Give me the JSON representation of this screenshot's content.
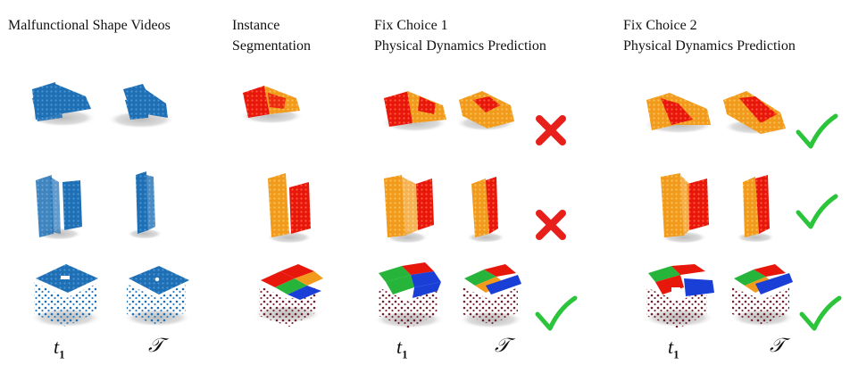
{
  "headers": {
    "col1": "Malfunctional Shape Videos",
    "col2_line1": "Instance",
    "col2_line2": "Segmentation",
    "col3_line1": "Fix Choice 1",
    "col3_line2": "Physical Dynamics Prediction",
    "col4_line1": "Fix Choice 2",
    "col4_line2": "Physical Dynamics Prediction"
  },
  "labels": {
    "t1_base": "t",
    "t1_sub": "1",
    "T": "𝒯"
  },
  "results": {
    "fix_choice_1": [
      "fail",
      "fail",
      "success"
    ],
    "fix_choice_2": [
      "success",
      "success",
      "success"
    ]
  },
  "colors": {
    "blue": "#1f6fb4",
    "red": "#e8170c",
    "orange": "#f29a1c",
    "green": "#26b43a",
    "maroon": "#6e1e2c",
    "cross": "#e8201c",
    "check": "#2bc43a"
  }
}
